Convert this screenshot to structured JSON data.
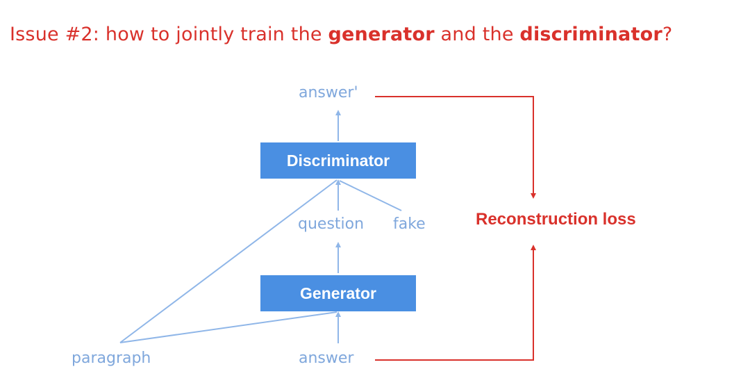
{
  "title": {
    "prefix": "Issue #2: how to jointly train the ",
    "generator": "generator",
    "middle": " and the ",
    "discriminator": "discriminator",
    "suffix": "?"
  },
  "boxes": {
    "discriminator": "Discriminator",
    "generator": "Generator"
  },
  "labels": {
    "answer_prime": "answer'",
    "question": "question",
    "fake": "fake",
    "paragraph": "paragraph",
    "answer": "answer"
  },
  "loss_label": "Reconstruction loss",
  "colors": {
    "title": "#d9312b",
    "box_fill": "#4a8fe2",
    "box_text": "#ffffff",
    "label_text": "#7fa7dc",
    "flow_line": "#8fb6e8",
    "loss_line": "#d9312b"
  }
}
